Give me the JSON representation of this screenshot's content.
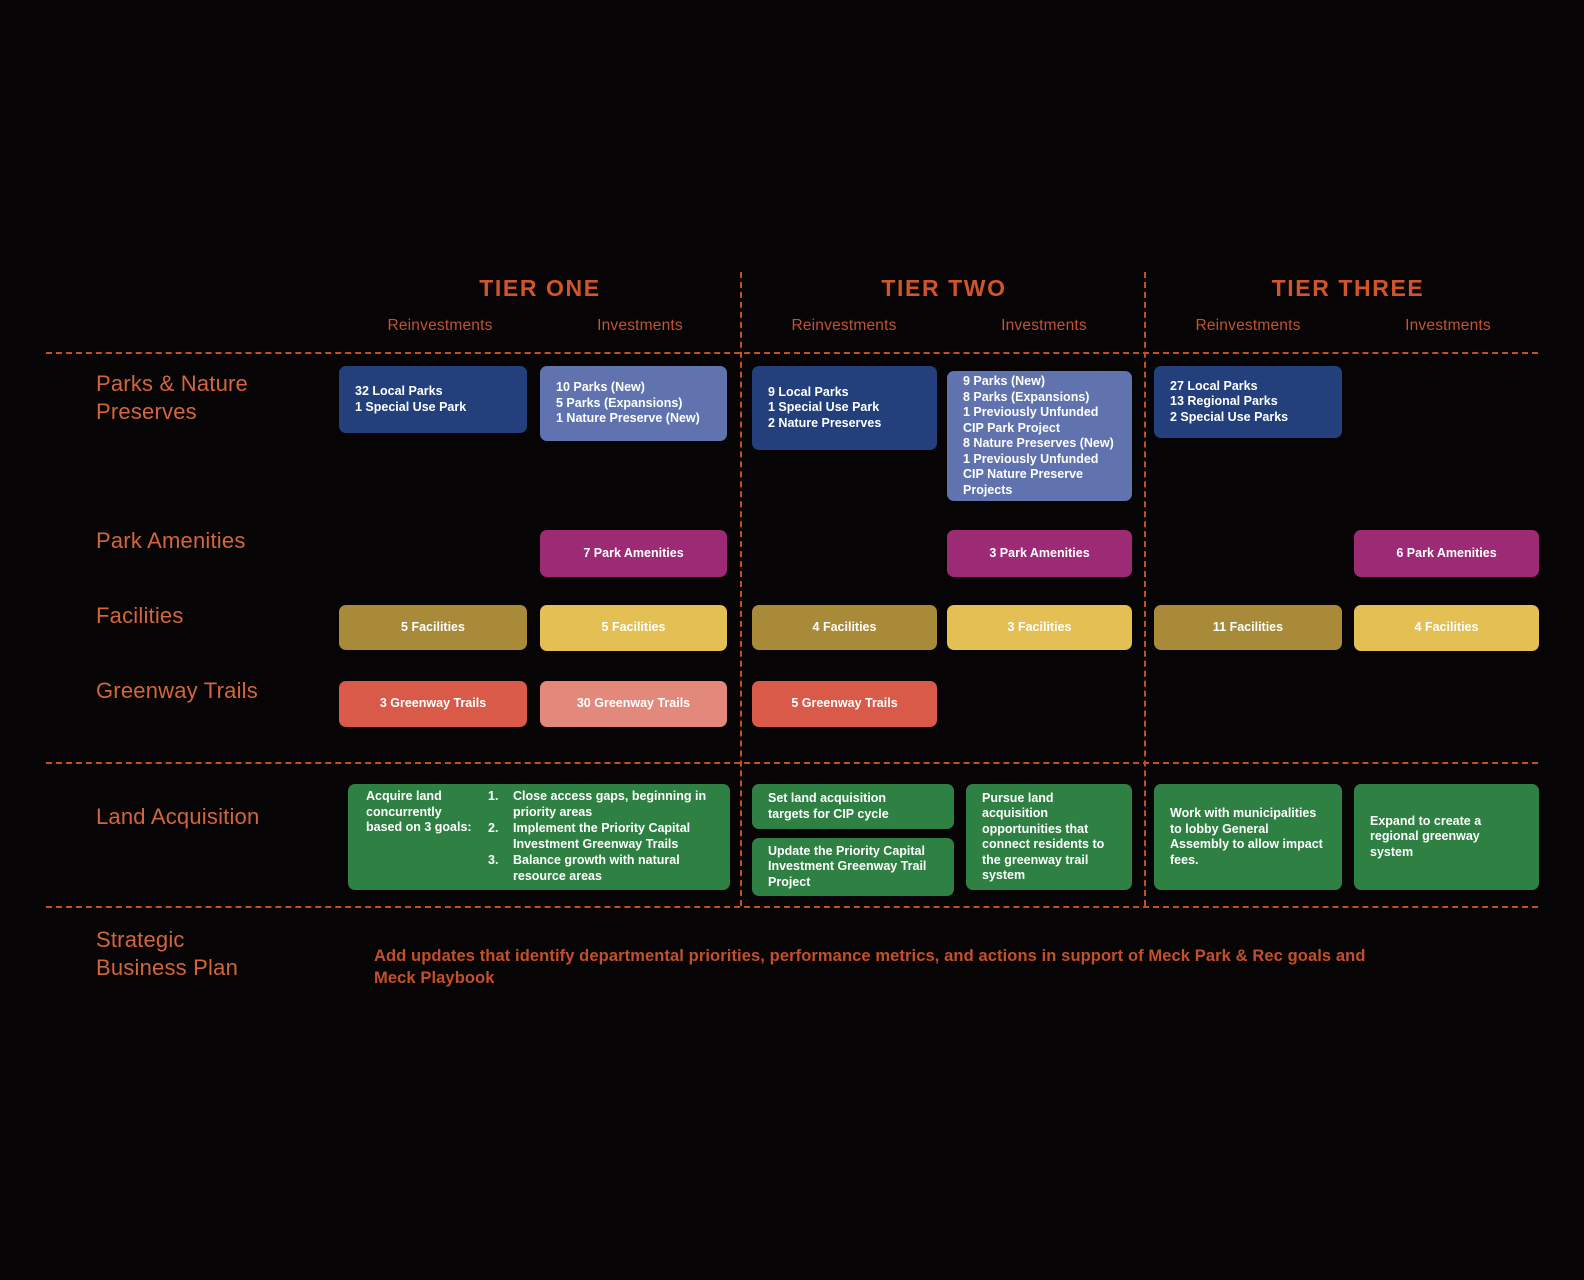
{
  "tiers": [
    {
      "title": "TIER ONE",
      "reinvestments_label": "Reinvestments",
      "investments_label": "Investments"
    },
    {
      "title": "TIER TWO",
      "reinvestments_label": "Reinvestments",
      "investments_label": "Investments"
    },
    {
      "title": "TIER THREE",
      "reinvestments_label": "Reinvestments",
      "investments_label": "Investments"
    }
  ],
  "rows": {
    "parks": "Parks & Nature\nPreserves",
    "amenities": "Park Amenities",
    "facilities": "Facilities",
    "greenway": "Greenway Trails",
    "land": "Land Acquisition",
    "sbp": "Strategic\nBusiness Plan"
  },
  "cards": {
    "parks_t1_re": "32 Local Parks\n1 Special Use Park",
    "parks_t1_in": "10 Parks (New)\n5 Parks (Expansions)\n1 Nature Preserve (New)",
    "parks_t2_re": "9 Local Parks\n1 Special Use Park\n2 Nature Preserves",
    "parks_t2_in": "9 Parks (New)\n8 Parks (Expansions)\n1 Previously Unfunded CIP Park Project\n8 Nature Preserves (New)\n1 Previously Unfunded CIP Nature Preserve Projects",
    "parks_t3_re": "27 Local Parks\n13 Regional Parks\n2 Special Use Parks",
    "amenities_t1_in": "7 Park Amenities",
    "amenities_t2_in": "3 Park Amenities",
    "amenities_t3_in": "6 Park Amenities",
    "facilities_t1_re": "5 Facilities",
    "facilities_t1_in": "5 Facilities",
    "facilities_t2_re": "4 Facilities",
    "facilities_t2_in": "3 Facilities",
    "facilities_t3_re": "11 Facilities",
    "facilities_t3_in": "4 Facilities",
    "greenway_t1_re": "3 Greenway Trails",
    "greenway_t1_in": "30 Greenway Trails",
    "greenway_t2_re": "5 Greenway Trails",
    "land_t1_lead": "Acquire land\nconcurrently\nbased on 3 goals:",
    "land_t1_goals": [
      "Close access gaps, beginning in priority areas",
      "Implement the Priority Capital Investment Greenway Trails",
      "Balance growth with natural resource areas"
    ],
    "land_t2_re_a": "Set land acquisition\ntargets for CIP cycle",
    "land_t2_re_b": "Update the Priority Capital Investment Greenway Trail Project",
    "land_t2_in": "Pursue land acquisition opportunities that connect residents to the greenway trail system",
    "land_t3_re": "Work with municipalities to lobby General Assembly to allow impact fees.",
    "land_t3_in": "Expand to create a regional greenway system"
  },
  "strategic_business_plan_note": "Add updates that identify departmental priorities, performance metrics, and actions in support of Meck Park & Rec goals and Meck Playbook",
  "colors": {
    "background": "#060405",
    "accent_orange": "#c4501f",
    "tier_title": "#d1552a",
    "row_label": "#d4663a",
    "blue_dark": "#23407c",
    "blue_light": "#6073ae",
    "magenta": "#9c2a74",
    "gold_dark": "#a88a38",
    "gold_light": "#e3bf54",
    "red_dark": "#d95a48",
    "red_light": "#e2897c",
    "green": "#2f8043"
  }
}
